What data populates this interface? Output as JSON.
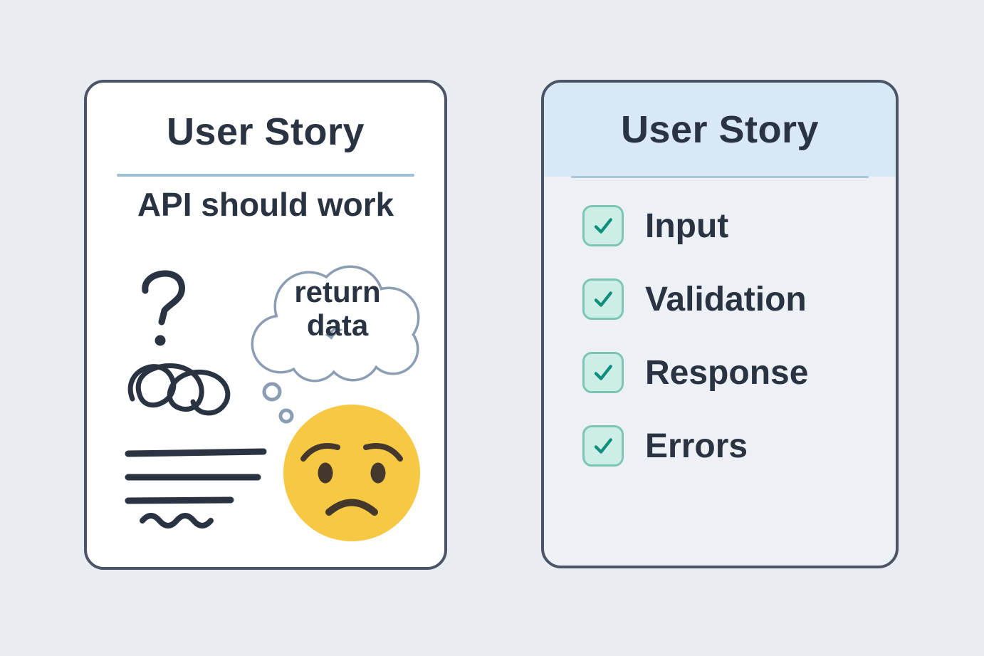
{
  "left_card": {
    "title": "User Story",
    "story_text": "API should work",
    "thought_bubble": {
      "line1": "return",
      "line2": "data"
    },
    "icons": [
      "question-mark-doodle-icon",
      "scribble-doodle-icon",
      "text-lines-doodle-icon",
      "thought-bubble-icon",
      "worried-face-emoji-icon"
    ]
  },
  "right_card": {
    "title": "User Story",
    "checklist": [
      {
        "label": "Input",
        "checked": true
      },
      {
        "label": "Validation",
        "checked": true
      },
      {
        "label": "Response",
        "checked": true
      },
      {
        "label": "Errors",
        "checked": true
      }
    ]
  },
  "colors": {
    "background": "#e9edf2",
    "card_border": "#4a5568",
    "left_card_background": "#ffffff",
    "right_card_background": "#edf1f6",
    "right_header_background": "#d8e8f5",
    "divider": "#9fbfd6",
    "title_text": "#2a3342",
    "checkbox_fill": "#cdeee6",
    "checkbox_border": "#7cc5b4",
    "checkmark": "#0f8e7c",
    "emoji_yellow": "#f7c843",
    "doodle_ink": "#2a3342"
  }
}
